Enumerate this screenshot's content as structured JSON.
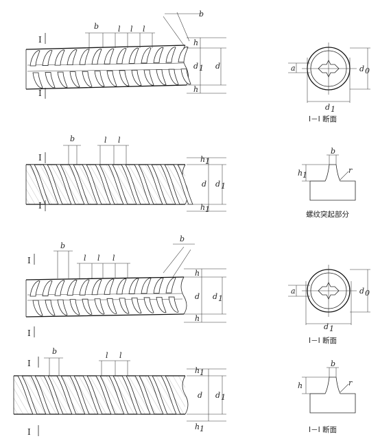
{
  "labels": {
    "b": "b",
    "l": "l",
    "h": "h",
    "h1": "h",
    "h1_sub": "1",
    "d": "d",
    "d0": "d",
    "d0_sub": "0",
    "d1": "d",
    "d1_sub": "1",
    "a": "a",
    "r": "r",
    "section_mark": "I"
  },
  "captions": {
    "section1": "I－I 断面",
    "thread": "螺纹突起部分",
    "section2": "I－I 断面",
    "section3": "I－I 断面"
  },
  "colors": {
    "line": "#222222",
    "hatch": "#555555",
    "background": "#ffffff"
  }
}
